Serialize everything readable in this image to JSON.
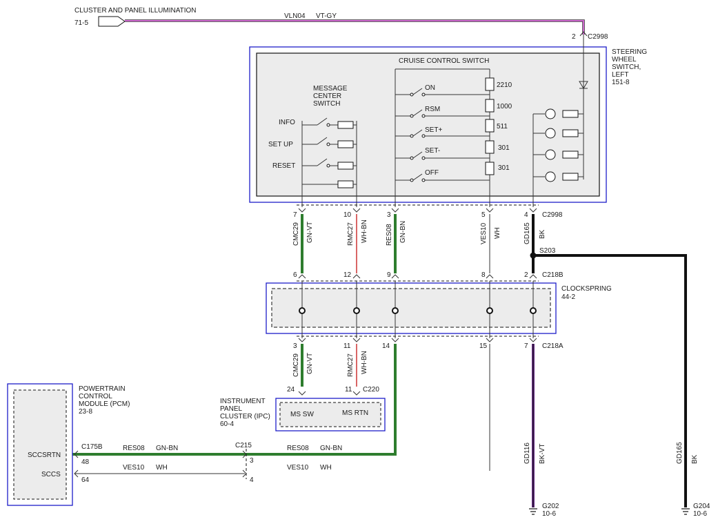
{
  "top": {
    "illum_label": "CLUSTER AND PANEL ILLUMINATION",
    "illum_ref": "71-5",
    "circuit": "VLN04",
    "color": "VT-GY",
    "pin": "2",
    "connector": "C2998"
  },
  "steering": {
    "title_lines": [
      "STEERING",
      "WHEEL",
      "SWITCH,",
      "LEFT",
      "151-8"
    ]
  },
  "cruise": {
    "title": "CRUISE CONTROL SWITCH",
    "switches": [
      {
        "label": "ON",
        "ohms": "2210"
      },
      {
        "label": "RSM",
        "ohms": "1000"
      },
      {
        "label": "SET+",
        "ohms": "511"
      },
      {
        "label": "SET-",
        "ohms": "301"
      },
      {
        "label": "OFF",
        "ohms": "301"
      }
    ]
  },
  "message_center": {
    "title_lines": [
      "MESSAGE",
      "CENTER",
      "SWITCH"
    ],
    "items": [
      "INFO",
      "SET UP",
      "RESET"
    ]
  },
  "c2998_bottom": {
    "connector": "C2998",
    "pins": [
      "7",
      "10",
      "3",
      "5",
      "4"
    ],
    "circuits": [
      "CMC29",
      "RMC27",
      "RES08",
      "VES10",
      "GD165"
    ],
    "colors": [
      "GN-VT",
      "WH-BN",
      "GN-BN",
      "WH",
      "BK"
    ],
    "splice": "S203"
  },
  "c218b": {
    "connector": "C218B",
    "pins": [
      "6",
      "12",
      "9",
      "8",
      "2"
    ]
  },
  "clockspring": {
    "title": "CLOCKSPRING",
    "ref": "44-2"
  },
  "c218a": {
    "connector": "C218A",
    "pins": [
      "3",
      "11",
      "14",
      "15",
      "7"
    ]
  },
  "lower": {
    "circuits": [
      "CMC29",
      "RMC27"
    ],
    "colors": [
      "GN-VT",
      "WH-BN"
    ]
  },
  "c220": {
    "connector": "C220",
    "pins": [
      "24",
      "11"
    ]
  },
  "ipc": {
    "title_lines": [
      "INSTRUMENT",
      "PANEL",
      "CLUSTER (IPC)",
      "60-4"
    ],
    "pins": [
      "MS SW",
      "MS RTN"
    ]
  },
  "pcm": {
    "title_lines": [
      "POWERTRAIN",
      "CONTROL",
      "MODULE (PCM)",
      "23-8"
    ],
    "connector": "C175B",
    "pins": [
      {
        "name": "SCCSRTN",
        "num": "48"
      },
      {
        "name": "SCCS",
        "num": "64"
      }
    ]
  },
  "c215": {
    "connector": "C215",
    "pins": [
      "3",
      "4"
    ]
  },
  "bottom_wires": {
    "circuits": [
      "RES08",
      "VES10",
      "RES08",
      "VES10"
    ],
    "colors": [
      "GN-BN",
      "WH",
      "GN-BN",
      "WH"
    ]
  },
  "grounds": [
    {
      "circuit": "GD116",
      "color": "BK-VT",
      "name": "G202",
      "ref": "10-6"
    },
    {
      "circuit": "GD165",
      "color": "BK",
      "name": "G204",
      "ref": "10-6"
    }
  ],
  "colors": {
    "vt_gy": "#cc66cc",
    "gn": "#2e7d2e",
    "red": "#cc3333",
    "vt": "#6a2c8a",
    "box": "#1c1cc8"
  }
}
